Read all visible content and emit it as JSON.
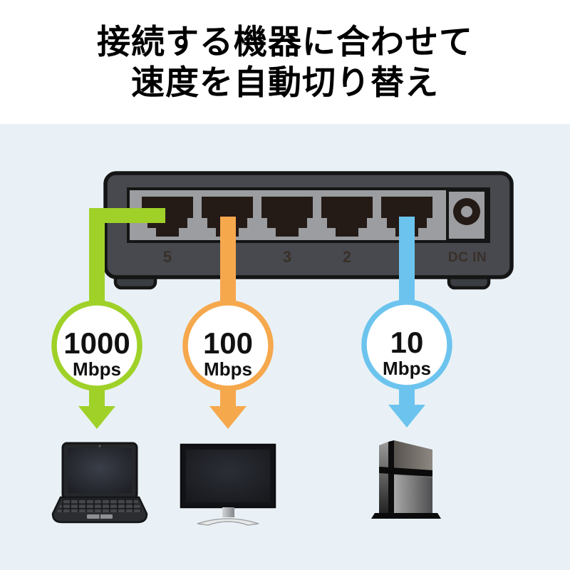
{
  "title": {
    "line1": "接続する機器に合わせて",
    "line2": "速度を自動切り替え"
  },
  "switch": {
    "visible_port_labels": [
      "5",
      "3",
      "2"
    ],
    "dc_in_label": "DC IN"
  },
  "speeds": [
    {
      "value": "1000",
      "unit": "Mbps",
      "device": "laptop",
      "color": "#9fd128"
    },
    {
      "value": "100",
      "unit": "Mbps",
      "device": "desktop-monitor",
      "color": "#f6a84d"
    },
    {
      "value": "10",
      "unit": "Mbps",
      "device": "game-console",
      "color": "#6cc4ee"
    }
  ],
  "colors": {
    "background_top": "#ffffff",
    "background_stage": "#e9f1f6",
    "switch_body": "#47494e",
    "switch_panel": "#9b9da0",
    "port_dark": "#241a16",
    "outline": "#151515",
    "port_label_text": "#3a3029",
    "speed_text": "#111111",
    "title_text": "#000000"
  }
}
